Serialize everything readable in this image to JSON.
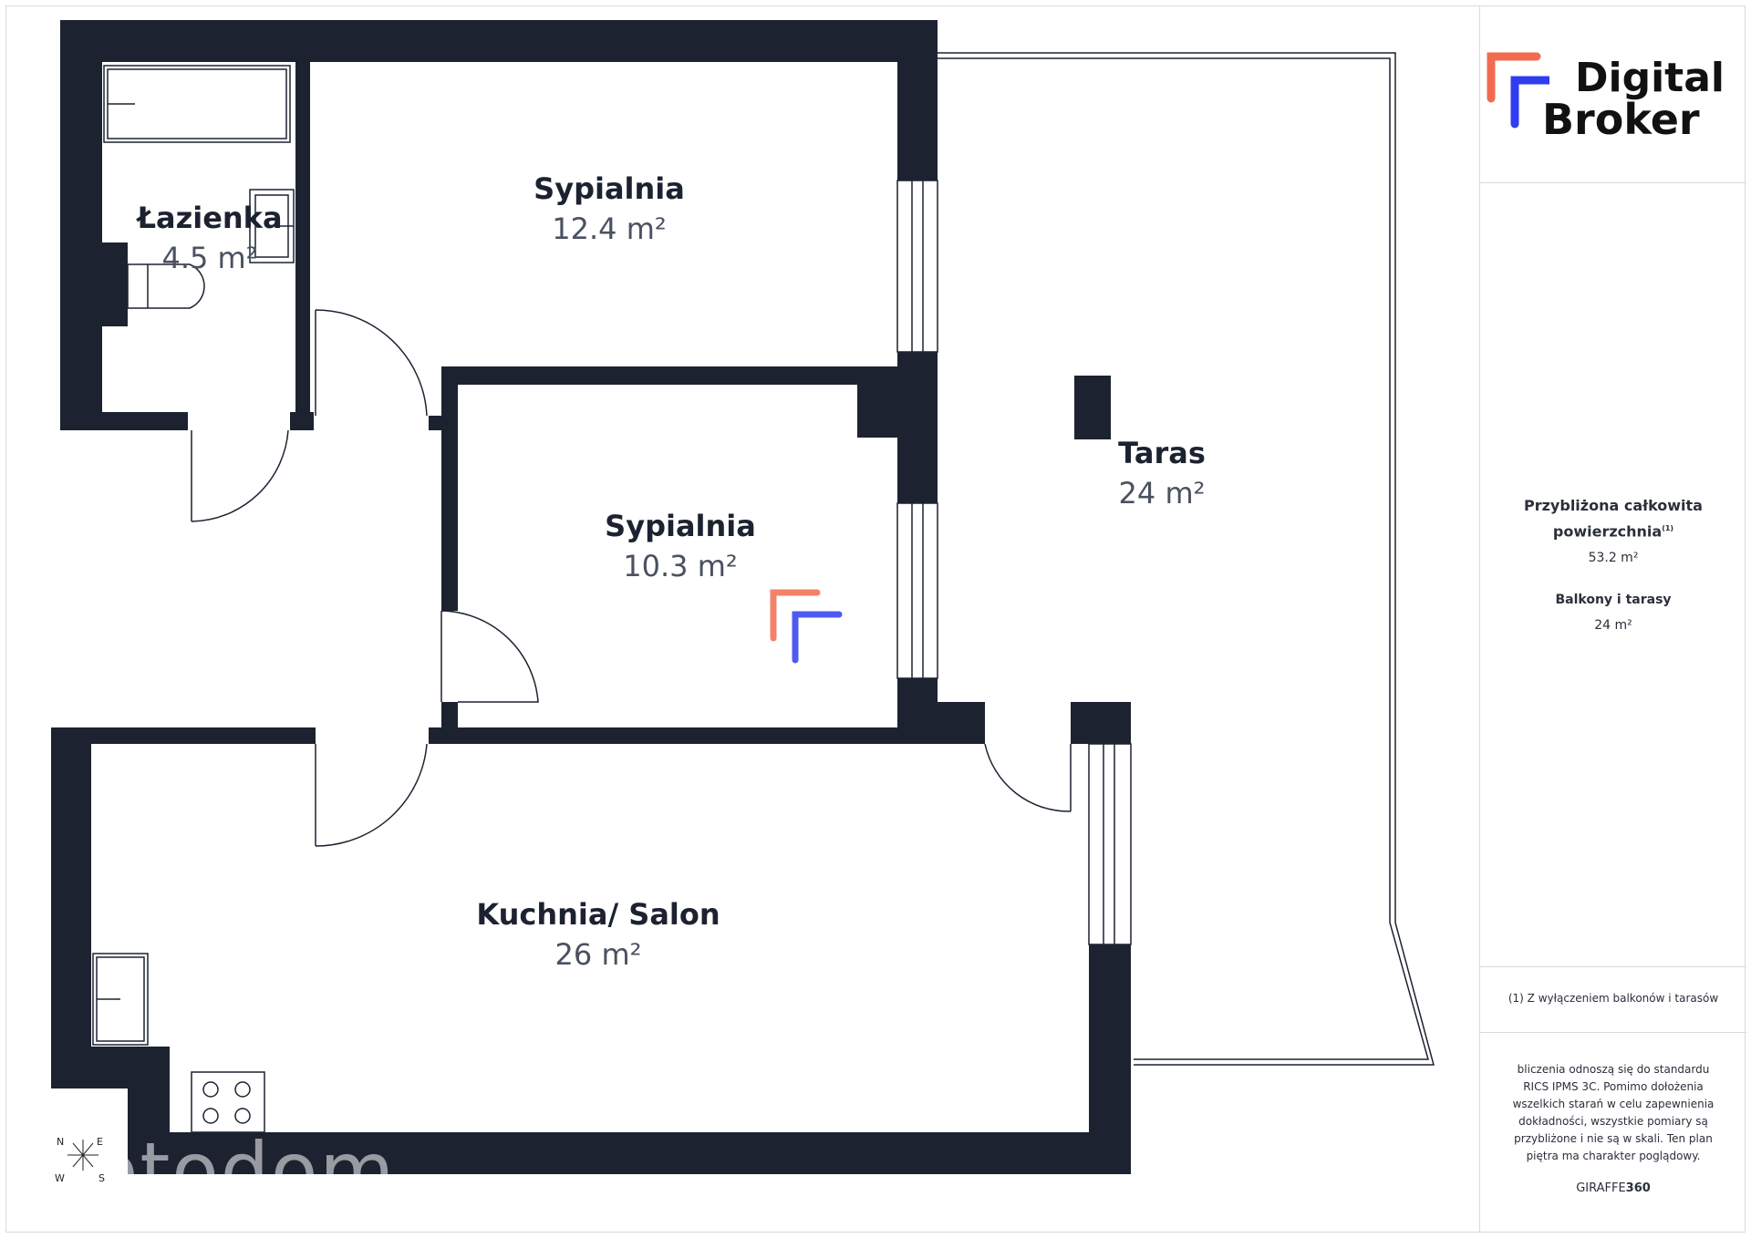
{
  "brand": {
    "line1": "Digital",
    "line2": "Broker",
    "colors": {
      "orange": "#f26b4f",
      "blue": "#2f3cf0"
    }
  },
  "rooms": [
    {
      "id": "bathroom",
      "name": "Łazienka",
      "area": "4.5 m²"
    },
    {
      "id": "bedroom-1",
      "name": "Sypialnia",
      "area": "12.4 m²"
    },
    {
      "id": "bedroom-2",
      "name": "Sypialnia",
      "area": "10.3 m²"
    },
    {
      "id": "terrace",
      "name": "Taras",
      "area": "24 m²"
    },
    {
      "id": "kitchen-living",
      "name": "Kuchnia/ Salon",
      "area": "26 m²"
    }
  ],
  "summary": {
    "total_label_line1": "Przybliżona całkowita",
    "total_label_line2": "powierzchnia",
    "total_label_sup": "(1)",
    "total_value": "53.2 m²",
    "balcony_label": "Balkony i tarasy",
    "balcony_value": "24 m²"
  },
  "footnote": "(1) Z wyłączeniem balkonów i tarasów",
  "disclaimer_lines": [
    "bliczenia odnoszą się do standardu",
    "RICS IPMS 3C. Pomimo dołożenia",
    "wszelkich starań w celu zapewnienia",
    "dokładności, wszystkie pomiary są",
    "przybliżone i nie są w skali. Ten plan",
    "piętra ma charakter poglądowy."
  ],
  "giraffe": {
    "prefix": "GIRAFFE",
    "suffix": "360"
  },
  "compass": {
    "n": "N",
    "e": "E",
    "w": "W",
    "s": "S"
  },
  "watermark": "otodom",
  "colors": {
    "wall": "#1c2230",
    "line": "#1c2230"
  }
}
